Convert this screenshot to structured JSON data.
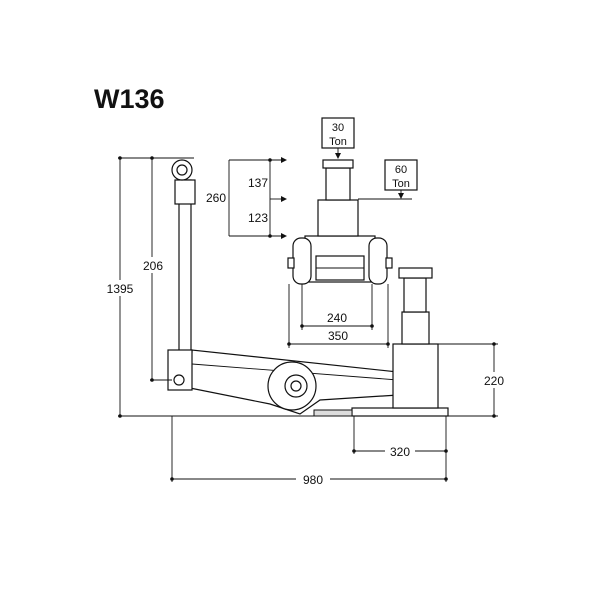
{
  "model": "W136",
  "load_labels": {
    "upper": {
      "value": "30",
      "unit": "Ton"
    },
    "lower": {
      "value": "60",
      "unit": "Ton"
    }
  },
  "dimensions": {
    "overall_height": "1395",
    "handle_height": "206",
    "total_stroke": "260",
    "stage1_stroke": "137",
    "stage2_stroke": "123",
    "wheel_span_inner": "240",
    "wheel_span_outer": "350",
    "min_height": "220",
    "base_width": "320",
    "overall_length": "980"
  },
  "colors": {
    "line": "#111111",
    "background": "#ffffff",
    "shade": "#dddddd"
  }
}
